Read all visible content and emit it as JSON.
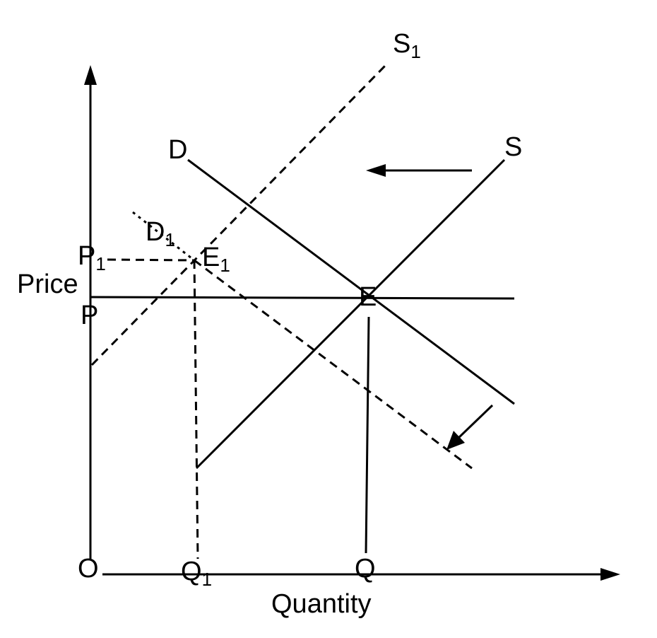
{
  "axes": {
    "y_label": "Price",
    "x_label": "Quantity",
    "origin_label": "O"
  },
  "curves": {
    "demand_original": "D",
    "demand_new": {
      "base": "D",
      "sub": "1"
    },
    "supply_original": "S",
    "supply_new": {
      "base": "S",
      "sub": "1"
    }
  },
  "points": {
    "equilibrium_original": "E",
    "equilibrium_new": {
      "base": "E",
      "sub": "1"
    }
  },
  "price_labels": {
    "original": "P",
    "new": {
      "base": "P",
      "sub": "1"
    }
  },
  "quantity_labels": {
    "original": "Q",
    "new": {
      "base": "Q",
      "sub": "1"
    }
  }
}
